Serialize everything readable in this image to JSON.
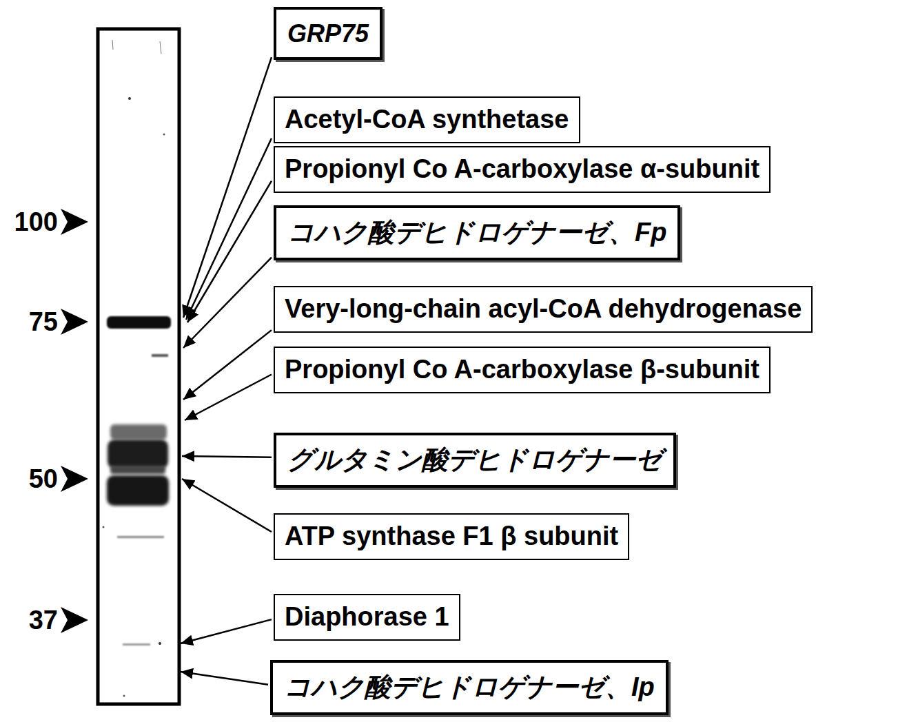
{
  "diagram": {
    "nodes": [
      {
        "text": [
          "GRP75"
        ]
      },
      {
        "text": [
          "Acetyl-CoA synthetase"
        ]
      },
      {
        "text": [
          "Propionyl Co A-carboxylase α-subunit"
        ]
      },
      {
        "text": [
          "コハク酸デヒドロゲナーゼ、Fp"
        ]
      },
      {
        "text": [
          "Very-long-chain acyl-CoA dehydrogenase"
        ]
      },
      {
        "text": [
          "Propionyl Co A-carboxylase β-subunit"
        ]
      },
      {
        "text": [
          "グルタミン酸デヒドロゲナーゼ"
        ]
      },
      {
        "text": [
          "ATP synthase F1 β subunit"
        ]
      },
      {
        "text": [
          "Diaphorase 1"
        ]
      },
      {
        "text": [
          "コハク酸デヒドロゲナーゼ、Ip"
        ]
      }
    ],
    "labels": [
      "100",
      "75",
      "50",
      "37"
    ]
  }
}
